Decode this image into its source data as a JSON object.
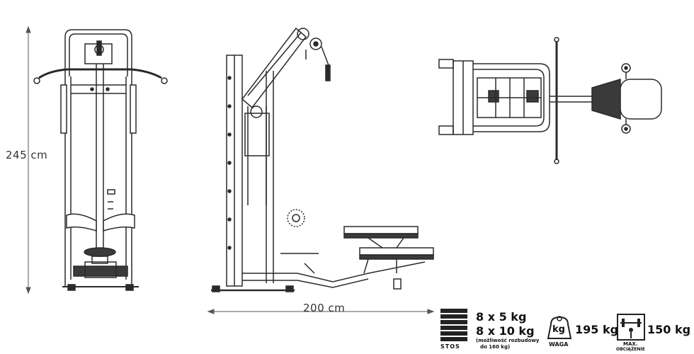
{
  "dimensions": {
    "height_label": "245 cm",
    "length_label": "200 cm"
  },
  "specs": {
    "stack_icon_label": "STOS",
    "stack_line1": "8 x 5 kg",
    "stack_line2": "8 x 10 kg",
    "stack_note_line1": "(możliwość rozbudowy",
    "stack_note_line2": "do 160 kg)",
    "weight_icon_glyph": "kg",
    "weight_icon_label": "WAGA",
    "weight_value": "195 kg",
    "max_icon_label_line1": "MAX.",
    "max_icon_label_line2": "OBCIĄŻENIE",
    "max_value": "150 kg"
  },
  "colors": {
    "line": "#2a2a2a",
    "dimension": "#555555",
    "pad_fill": "#3a3a3a"
  }
}
